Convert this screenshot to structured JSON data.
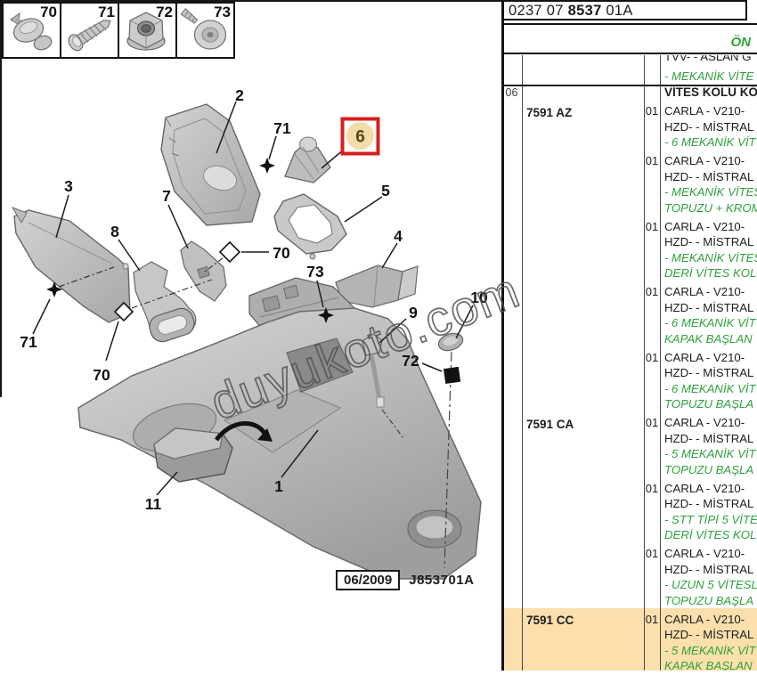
{
  "colors": {
    "green": "#2da23c",
    "highlight": "#fbdfac",
    "red_box": "#d61f1f",
    "tan": "#f2dcab"
  },
  "scan": {
    "date_code": "06/2009",
    "doc_code": "J853701A",
    "watermark": "duyukoto.com"
  },
  "fastener_legend": [
    {
      "id": "70",
      "icon": "push-rivet-icon"
    },
    {
      "id": "71",
      "icon": "screw-icon"
    },
    {
      "id": "72",
      "icon": "flange-nut-icon"
    },
    {
      "id": "73",
      "icon": "washer-screw-icon"
    }
  ],
  "diagram": {
    "highlighted_callout": "6",
    "labels": {
      "l1": "1",
      "l2": "2",
      "l3": "3",
      "l4": "4",
      "l5": "5",
      "l6": "6",
      "l7": "7",
      "l8": "8",
      "l9": "9",
      "l10": "10",
      "l11": "11",
      "l70a": "70",
      "l70b": "70",
      "l71a": "71",
      "l71b": "71",
      "l72": "72",
      "l73a": "73"
    }
  },
  "table": {
    "header": {
      "code_prefix": "0237 07 ",
      "code_bold": "8537",
      "code_suffix": " 01A"
    },
    "band_label": "ÖN",
    "partial_row": {
      "line1": "TVV- - ASLAN G",
      "line2": "- MEKANİK VİTE"
    },
    "section": {
      "ref": "06",
      "title": "VİTES KOLU KÖ"
    },
    "groups": [
      {
        "part_no": "7591 AZ",
        "highlight": false,
        "blocks": [
          {
            "qty": "01",
            "black": [
              "CARLA - V210-",
              "HZD- - MİSTRAL"
            ],
            "green": [
              "- 6 MEKANİK VİT"
            ]
          },
          {
            "qty": "01",
            "black": [
              "CARLA - V210-",
              "HZD- - MİSTRAL"
            ],
            "green": [
              "- MEKANİK VİTES",
              "TOPUZU + KROM"
            ]
          },
          {
            "qty": "01",
            "black": [
              "CARLA - V210-",
              "HZD- - MİSTRAL"
            ],
            "green": [
              "- MEKANİK VİTES",
              "DERİ VİTES KOL"
            ]
          },
          {
            "qty": "01",
            "black": [
              "CARLA - V210-",
              "HZD- - MİSTRAL"
            ],
            "green": [
              "- 6 MEKANİK VİT",
              "KAPAK BAŞLAN"
            ]
          },
          {
            "qty": "01",
            "black": [
              "CARLA - V210-",
              "HZD- - MİSTRAL"
            ],
            "green": [
              "- 6 MEKANİK VİT",
              "TOPUZU BAŞLA"
            ]
          }
        ]
      },
      {
        "part_no": "7591 CA",
        "highlight": false,
        "blocks": [
          {
            "qty": "01",
            "black": [
              "CARLA - V210-",
              "HZD- - MİSTRAL"
            ],
            "green": [
              "- 5 MEKANİK VİT",
              "TOPUZU BAŞLA"
            ]
          },
          {
            "qty": "01",
            "black": [
              "CARLA - V210-",
              "HZD- - MİSTRAL"
            ],
            "green": [
              "- STT TİPİ 5 VİTE",
              "DERİ VİTES KOL"
            ]
          },
          {
            "qty": "01",
            "black": [
              "CARLA - V210-",
              "HZD- - MİSTRAL"
            ],
            "green": [
              "- UZUN 5 VİTESL",
              "TOPUZU BAŞLA"
            ]
          }
        ]
      },
      {
        "part_no": "7591 CC",
        "highlight": true,
        "blocks": [
          {
            "qty": "01",
            "black": [
              "CARLA - V210-",
              "HZD- - MİSTRAL"
            ],
            "green": [
              "- 5 MEKANİK VİT",
              "KAPAK BAŞLAN"
            ]
          }
        ]
      }
    ]
  }
}
